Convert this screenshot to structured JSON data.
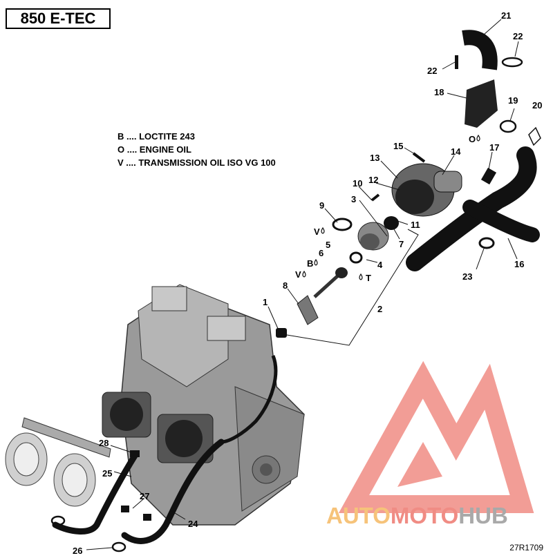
{
  "title": "850 E-TEC",
  "legend": [
    {
      "code": "B",
      "text": ".... LOCTITE 243"
    },
    {
      "code": "O",
      "text": ".... ENGINE OIL"
    },
    {
      "code": "V",
      "text": ".... TRANSMISSION OIL ISO VG 100"
    }
  ],
  "callouts": [
    "1",
    "2",
    "3",
    "4",
    "5",
    "6",
    "7",
    "8",
    "9",
    "10",
    "11",
    "12",
    "13",
    "14",
    "15",
    "16",
    "17",
    "18",
    "19",
    "20",
    "21",
    "22",
    "22",
    "23",
    "24",
    "25",
    "26",
    "27",
    "28"
  ],
  "symbols": [
    "V",
    "B",
    "V",
    "T",
    "O"
  ],
  "reference": "27R1709",
  "watermark": {
    "part1": "AUTO",
    "part2": "MOTO",
    "part3": "HUB"
  },
  "colors": {
    "watermark_red": "#f08c84",
    "watermark_orange": "#f6c37a",
    "watermark_gray": "#a9a9a9"
  }
}
